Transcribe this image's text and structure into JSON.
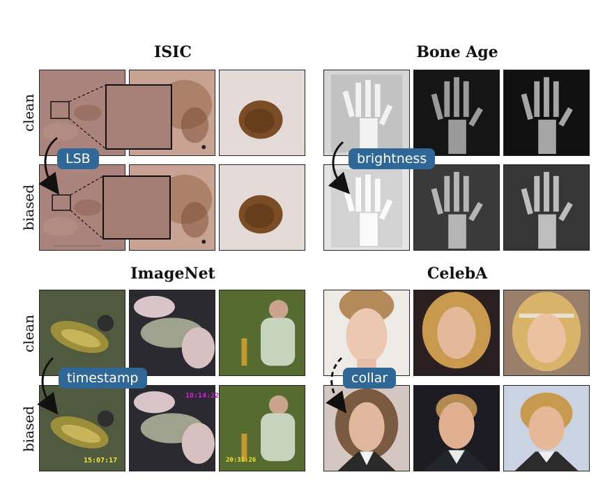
{
  "panels": {
    "isic": {
      "title": "ISIC",
      "rows": [
        "clean",
        "biased"
      ],
      "bias": "LSB"
    },
    "bone_age": {
      "title": "Bone Age",
      "bias": "brightness"
    },
    "imagenet": {
      "title": "ImageNet",
      "rows": [
        "clean",
        "biased"
      ],
      "bias": "timestamp",
      "timestamps": [
        "15:07:17",
        "10:14:22",
        "20:31:26"
      ]
    },
    "celeba": {
      "title": "CelebA",
      "bias": "collar"
    }
  },
  "colors": {
    "badge": "#2f6796"
  }
}
